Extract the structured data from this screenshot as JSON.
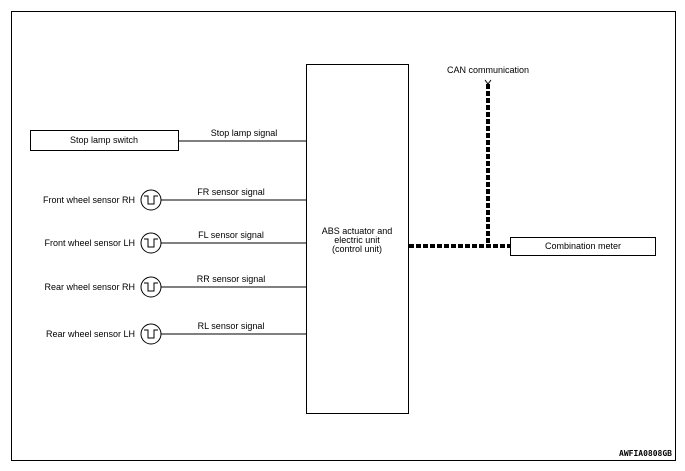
{
  "diagram": {
    "control_unit": {
      "lines": [
        "ABS actuator and",
        "electric unit",
        "(control unit)"
      ]
    },
    "can_communication": "CAN communication",
    "combination_meter": "Combination meter",
    "stop_lamp": {
      "switch": "Stop lamp switch",
      "signal": "Stop lamp signal"
    },
    "sensors": [
      {
        "name": "Front wheel sensor RH",
        "signal": "FR sensor signal",
        "icon": "wheel-sensor-icon"
      },
      {
        "name": "Front wheel sensor LH",
        "signal": "FL sensor signal",
        "icon": "wheel-sensor-icon"
      },
      {
        "name": "Rear wheel sensor RH",
        "signal": "RR sensor signal",
        "icon": "wheel-sensor-icon"
      },
      {
        "name": "Rear wheel sensor LH",
        "signal": "RL sensor signal",
        "icon": "wheel-sensor-icon"
      }
    ]
  },
  "figure_code": "AWFIA0808GB"
}
